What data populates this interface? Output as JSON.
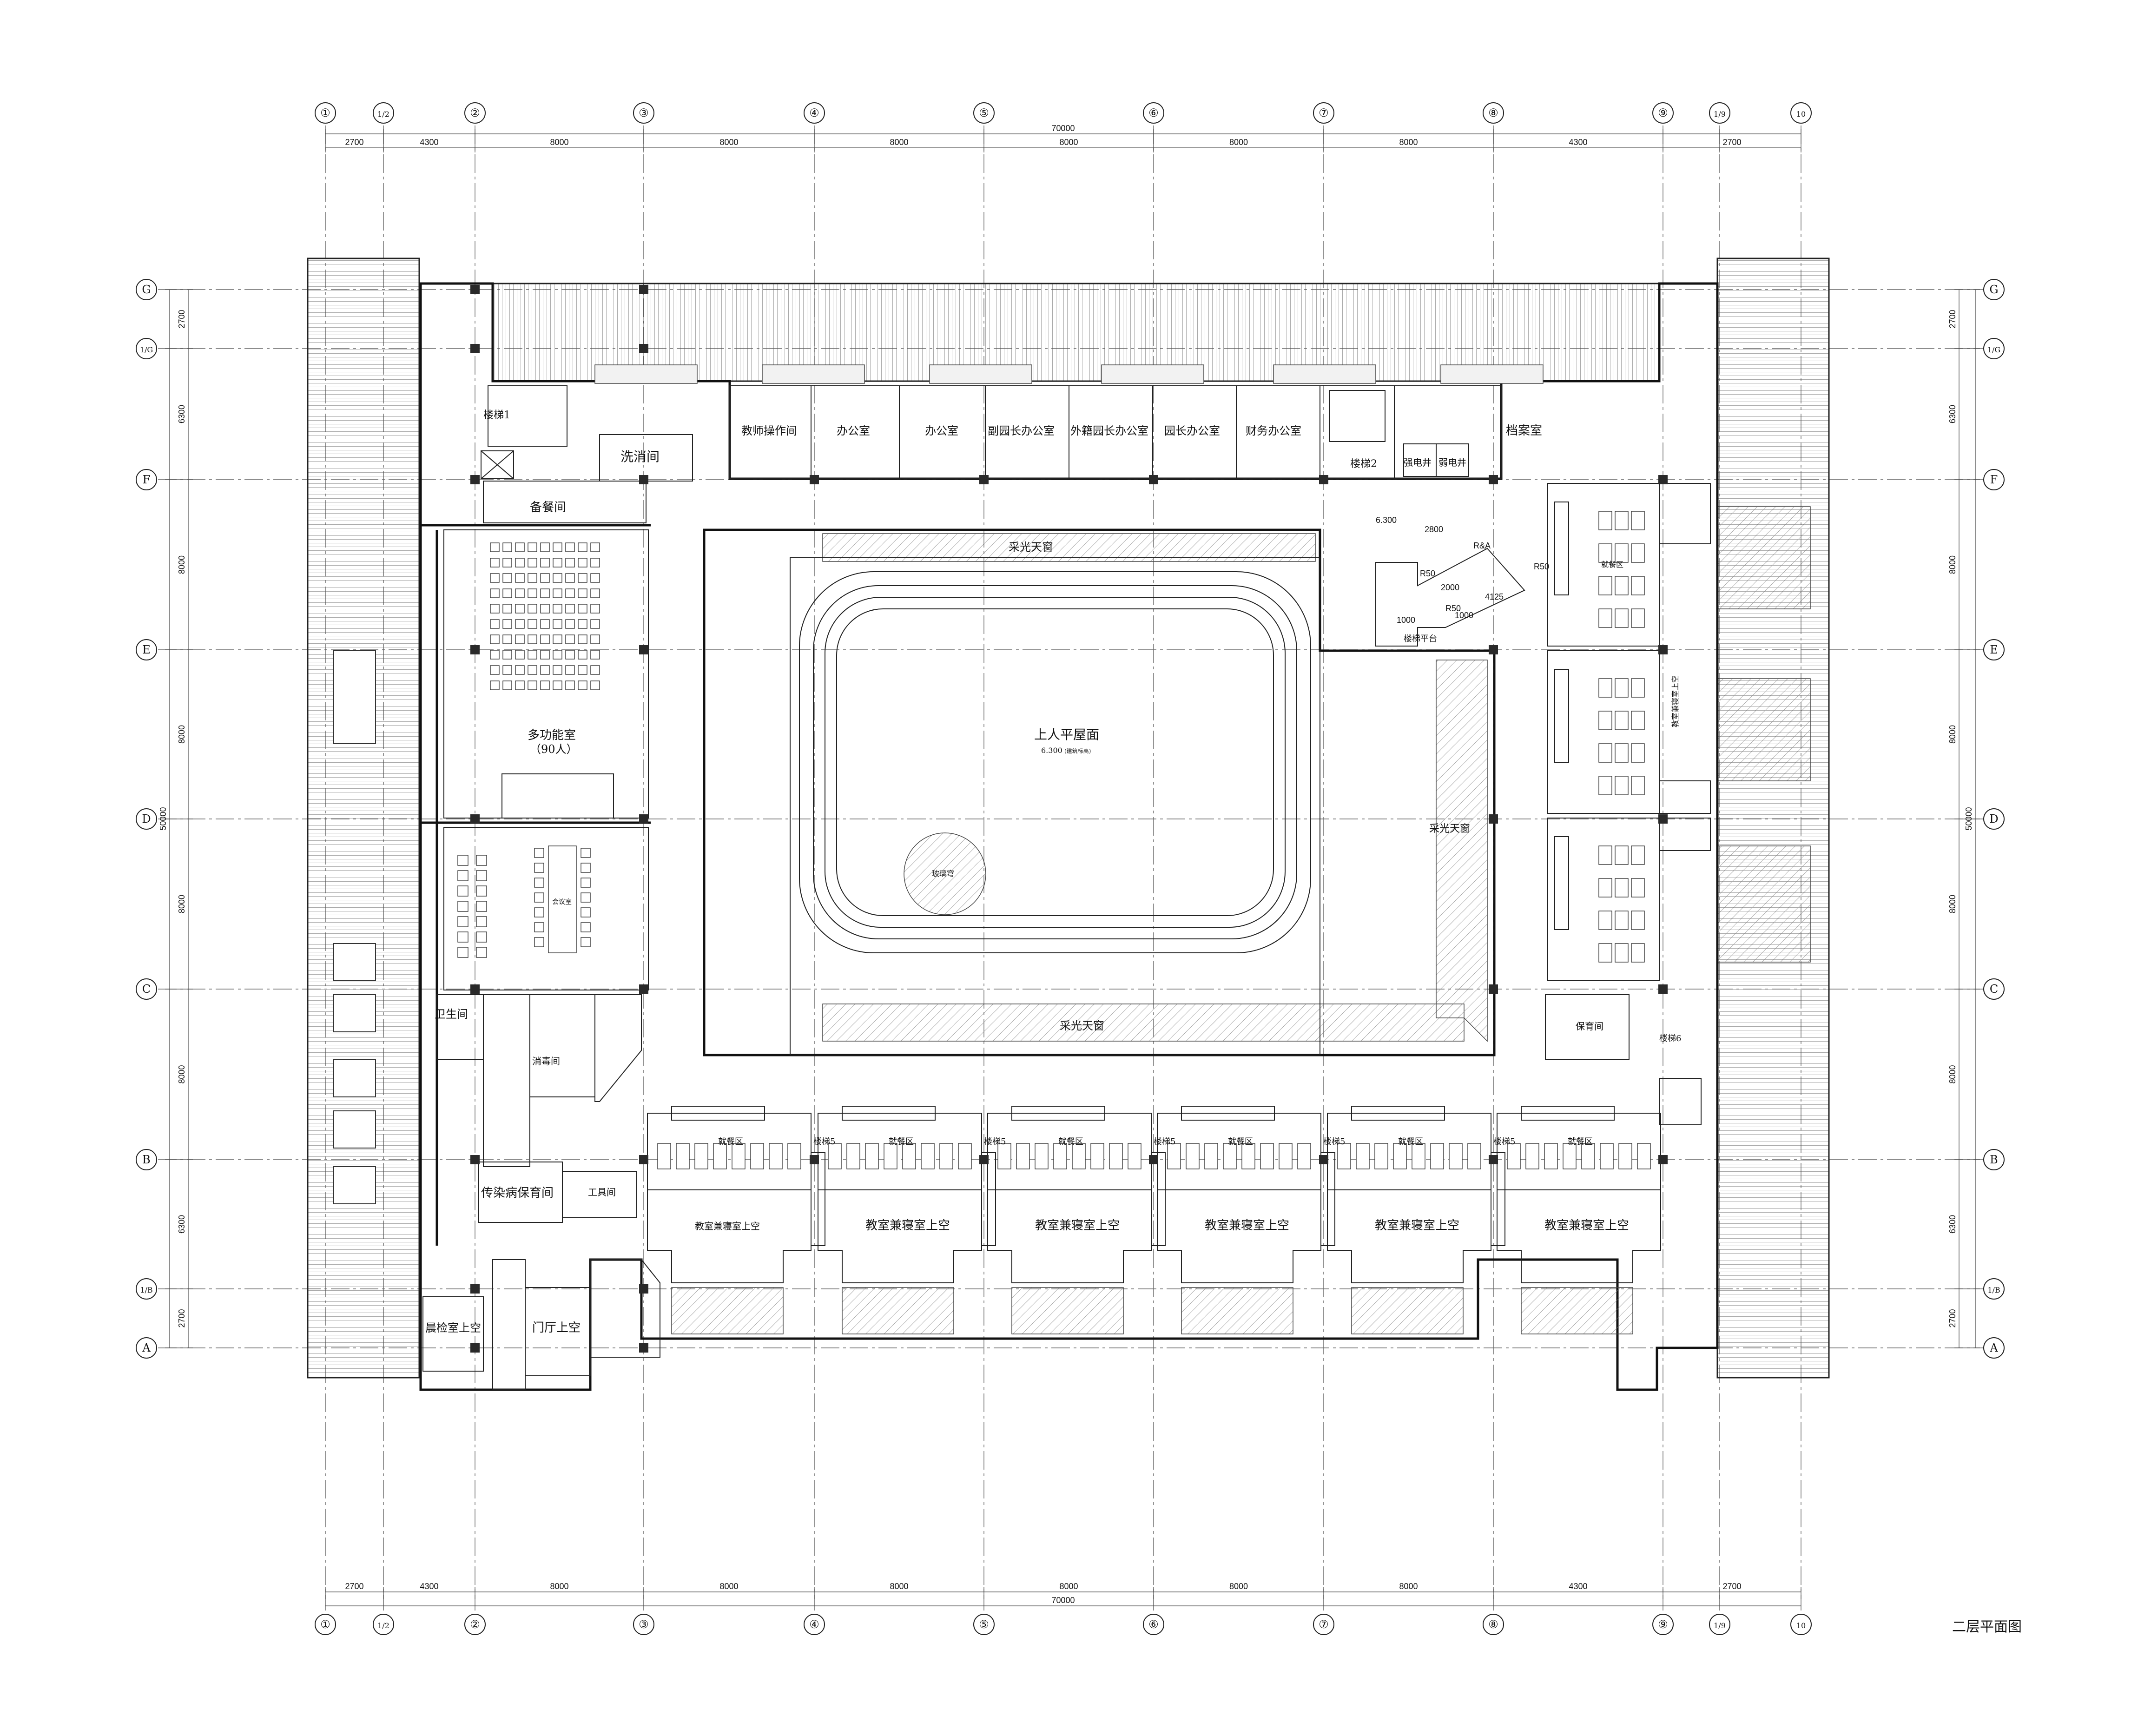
{
  "drawing": {
    "title": "二层平面图"
  },
  "grid": {
    "columns": [
      "①",
      "1/2",
      "②",
      "③",
      "④",
      "⑤",
      "⑥",
      "⑦",
      "⑧",
      "⑨",
      "1/9",
      "10"
    ],
    "rows": [
      "G",
      "1/G",
      "F",
      "E",
      "D",
      "C",
      "B",
      "1/B",
      "A"
    ]
  },
  "dimensions": {
    "top_segments": [
      "2700",
      "4300",
      "8000",
      "8000",
      "8000",
      "8000",
      "8000",
      "8000",
      "4300",
      "2700"
    ],
    "overall_width": "70000",
    "side_segments": [
      "2700",
      "6300",
      "8000",
      "8000",
      "8000",
      "8000",
      "6300",
      "2700"
    ],
    "overall_depth": "50000",
    "courtyard_notes": [
      "6.300",
      "2800",
      "1000",
      "2000",
      "1000",
      "R50",
      "R50",
      "4125",
      "R50",
      "R&A",
      "楼梯平台"
    ]
  },
  "rooms": {
    "stair_1": "楼梯1",
    "wash": "洗消间",
    "prep": "备餐间",
    "teacher_op": "教师操作间",
    "office_1": "办公室",
    "office_2": "办公室",
    "vice_principal": "副园长办公室",
    "foreign_vp": "外籍园长办公室",
    "principal": "园长办公室",
    "finance": "财务办公室",
    "stair_2": "楼梯2",
    "strong_power": "强电井",
    "weak_power": "弱电井",
    "archive": "档案室",
    "multi_room": "多功能室",
    "multi_capacity": "（90人）",
    "meeting": "会议室",
    "skylight_top": "采光天窗",
    "skylight_right": "采光天窗",
    "skylight_bottom": "采光天窗",
    "roof": "上人平屋面",
    "roof_level": "6.300",
    "roof_level_suffix": "(建筑标高)",
    "glass_dome": "玻璃穹",
    "toilet": "卫生间",
    "disinfect": "消毒间",
    "isolation": "传染病保育间",
    "tool": "工具间",
    "morning_check": "晨检室上空",
    "lobby_void": "门厅上空",
    "nursery": "保育间",
    "stair_6": "楼梯6",
    "dining": "就餐区",
    "dining_r": "就餐区",
    "stair_5": "楼梯5",
    "classroom_void": "教室兼寝室上空",
    "classroom_void_r": "教室兼寝室上空"
  }
}
